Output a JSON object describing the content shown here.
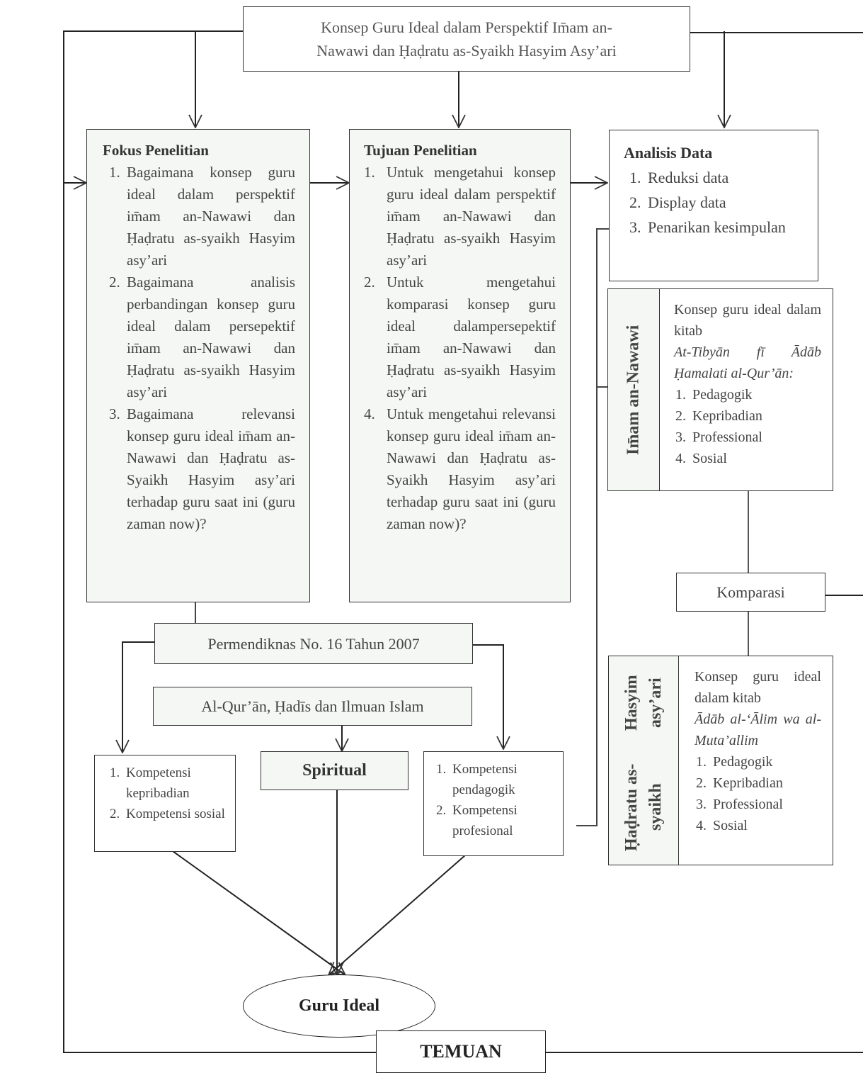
{
  "title": {
    "line1": "Konsep Guru Ideal dalam Perspektif Im̄am an-",
    "line2": "Nawawi dan Ḥaḍratu as-Syaikh Hasyim Asy’ari"
  },
  "fokus": {
    "heading": "Fokus Penelitian",
    "items": [
      "Bagaimana konsep guru ideal dalam perspektif im̄am an-Nawawi dan Ḥaḍratu as-syaikh Hasyim asy’ari",
      "Bagaimana analisis perbandingan konsep guru ideal dalam persepektif im̄am an-Nawawi dan Ḥaḍratu as-syaikh Hasyim asy’ari",
      "Bagaimana relevansi konsep guru ideal im̄am an-Nawawi dan Ḥaḍratu as-Syaikh Hasyim asy’ari terhadap guru saat ini (guru zaman now)?"
    ]
  },
  "tujuan": {
    "heading": "Tujuan Penelitian",
    "items": [
      "Untuk mengetahui konsep guru ideal dalam perspektif im̄am an-Nawawi dan Ḥaḍratu as-syaikh Hasyim asy’ari",
      "Untuk mengetahui komparasi konsep guru ideal dalampersepektif im̄am an-Nawawi dan Ḥaḍratu as-syaikh Hasyim asy’ari",
      "Untuk mengetahui relevansi konsep guru ideal im̄am an-Nawawi dan Ḥaḍratu as-Syaikh Hasyim asy’ari terhadap guru saat ini (guru zaman now)?"
    ],
    "numbers": [
      "1.",
      "2.",
      "4."
    ]
  },
  "analisis": {
    "heading": "Analisis Data",
    "items": [
      "Reduksi data",
      "Display data",
      "Penarikan kesimpulan"
    ]
  },
  "nawawi": {
    "label": "Im̄am an-Nawawi",
    "intro": "Konsep guru ideal dalam kitab",
    "kitab": "At-Tibyān fī Ādāb Ḥamalati al-Qur’ān:",
    "items": [
      "Pedagogik",
      "Kepribadian",
      "Professional",
      "Sosial"
    ]
  },
  "komparasi": "Komparasi",
  "hasyim": {
    "label_line1": "Ḥaḍratu as-syaikh",
    "label_line2": "Hasyim asy’ari",
    "intro": "Konsep guru ideal dalam kitab",
    "kitab": "Ādāb al-‘Ālim wa al-Muta’allim",
    "items": [
      "Pedagogik",
      "Kepribadian",
      "Professional",
      "Sosial"
    ]
  },
  "permendiknas": "Permendiknas No. 16 Tahun 2007",
  "sources": "Al-Qur’ān, Ḥadīs dan Ilmuan Islam",
  "komp_left": [
    "Kompetensi kepribadian",
    "Kompetensi sosial"
  ],
  "spiritual": "Spiritual",
  "komp_right": [
    "Kompetensi pendagogik",
    "Kompetensi profesional"
  ],
  "guru_ideal": "Guru Ideal",
  "temuan": "TEMUAN"
}
